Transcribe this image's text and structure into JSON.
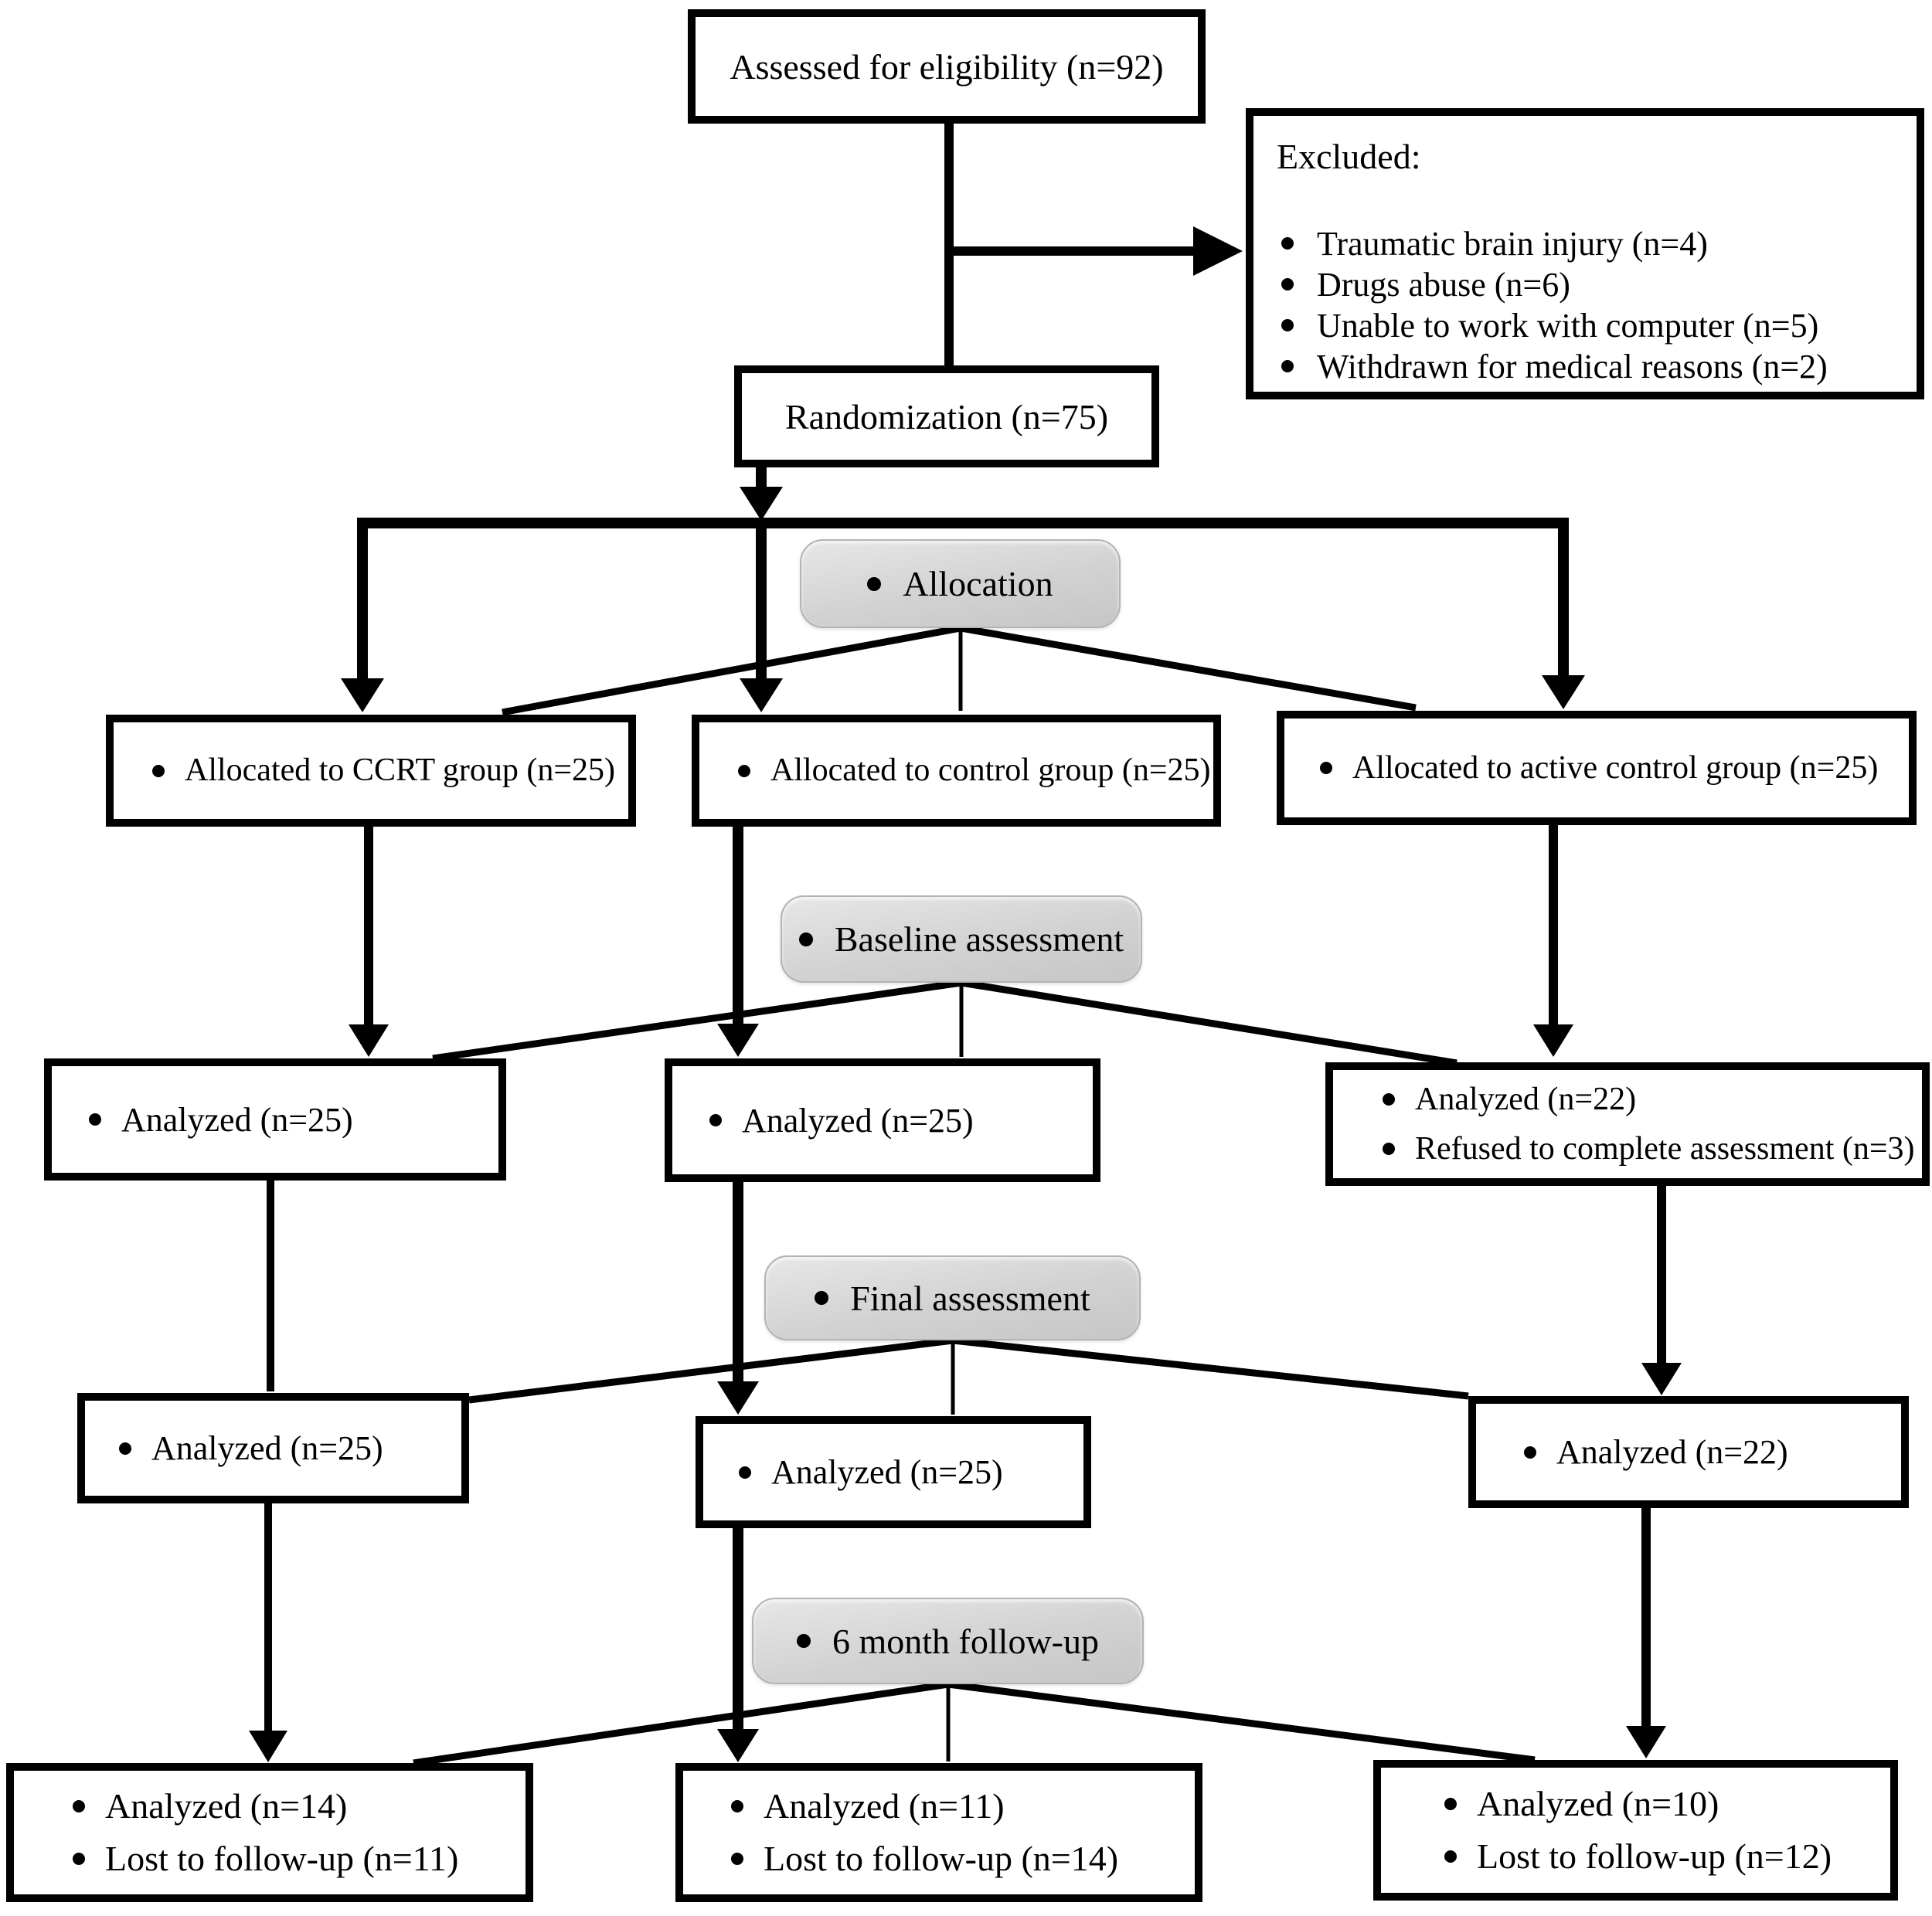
{
  "flow": {
    "assessed": "Assessed for eligibility (n=92)",
    "excluded": {
      "title": "Excluded:",
      "items": [
        "Traumatic brain injury (n=4)",
        "Drugs abuse (n=6)",
        "Unable to work with computer (n=5)",
        "Withdrawn for medical reasons (n=2)"
      ]
    },
    "randomization": "Randomization (n=75)",
    "stages": {
      "allocation": "Allocation",
      "baseline": "Baseline assessment",
      "final": "Final assessment",
      "followup": "6 month follow-up"
    },
    "allocation_row": {
      "ccrt": "Allocated to CCRT group (n=25)",
      "control": "Allocated to control group (n=25)",
      "active": "Allocated to active control group (n=25)"
    },
    "baseline_row": {
      "ccrt": [
        "Analyzed (n=25)"
      ],
      "control": [
        "Analyzed (n=25)"
      ],
      "active": [
        "Analyzed (n=22)",
        "Refused to complete assessment (n=3)"
      ]
    },
    "final_row": {
      "ccrt": [
        "Analyzed (n=25)"
      ],
      "control": [
        "Analyzed (n=25)"
      ],
      "active": [
        "Analyzed (n=22)"
      ]
    },
    "followup_row": {
      "ccrt": [
        "Analyzed (n=14)",
        "Lost to follow-up (n=11)"
      ],
      "control": [
        "Analyzed (n=11)",
        "Lost to follow-up (n=14)"
      ],
      "active": [
        "Analyzed (n=10)",
        "Lost to follow-up (n=12)"
      ]
    }
  },
  "colors": {
    "background": "#ffffff",
    "box_border": "#000000",
    "text": "#000000",
    "stage_fill": "#d2d2d2",
    "stage_edge": "#b3b3b3"
  }
}
